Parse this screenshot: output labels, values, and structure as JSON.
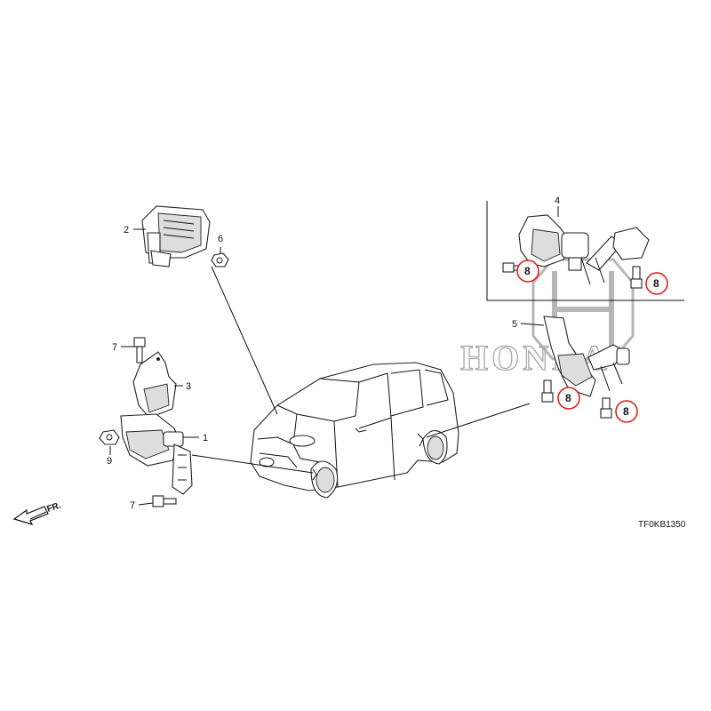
{
  "diagram": {
    "callouts": {
      "c1": "1",
      "c2": "2",
      "c3": "3",
      "c4": "4",
      "c5": "5",
      "c6": "6",
      "c7a": "7",
      "c7b": "7",
      "c8a": "8",
      "c8b": "8",
      "c8c": "8",
      "c8d": "8",
      "c9": "9"
    },
    "front_indicator": "FR.",
    "drawing_code": "TF0KB1350",
    "watermark": "HONDA",
    "highlight_color": "#e0201c"
  }
}
